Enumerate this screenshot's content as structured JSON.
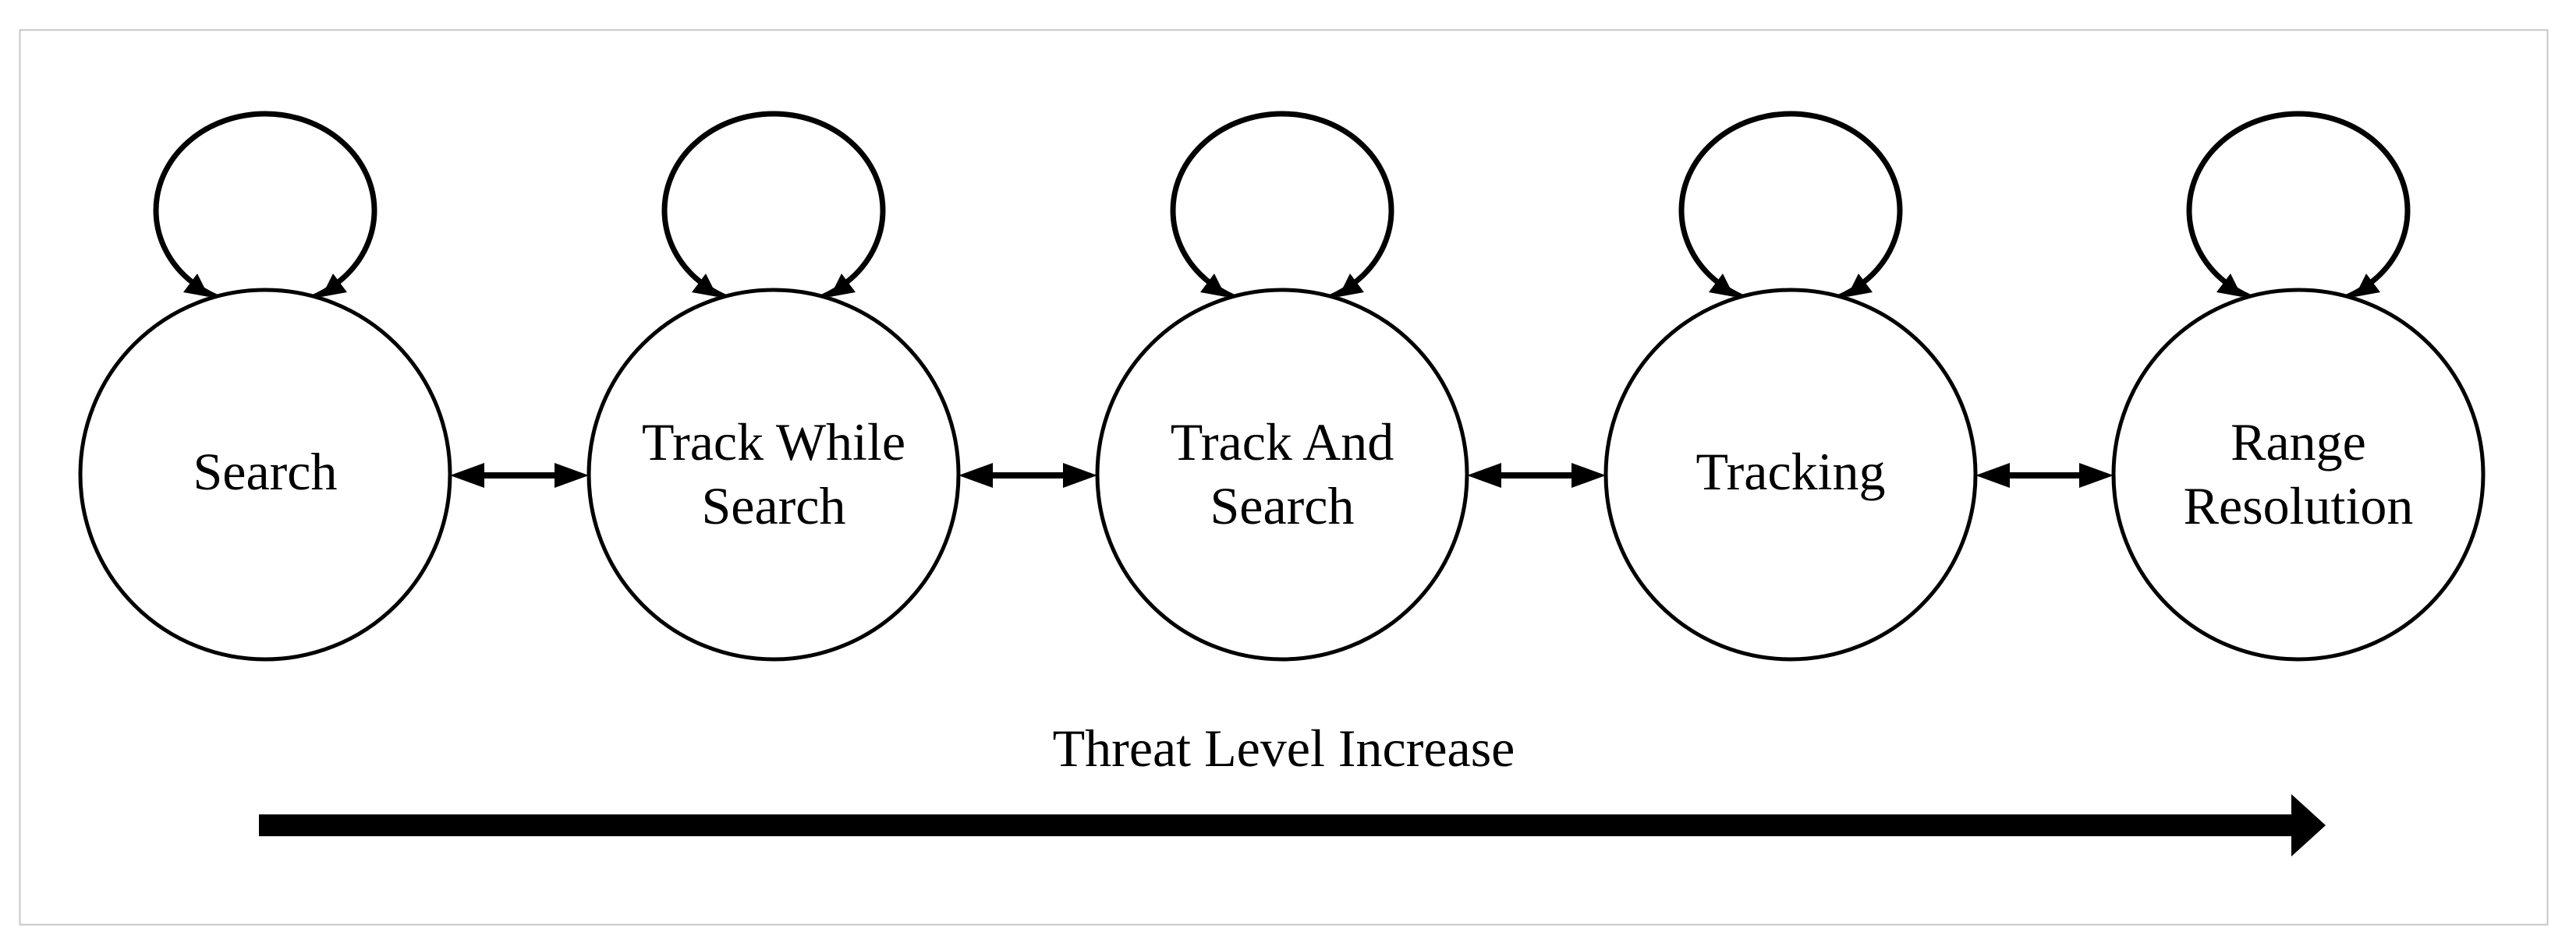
{
  "figure": {
    "kind": "state-transition-diagram",
    "caption": {
      "label": "Threat Level Increase",
      "arrow_direction": "right"
    },
    "states": [
      {
        "id": "search",
        "label": "Search",
        "lines": [
          "Search"
        ]
      },
      {
        "id": "track-while-search",
        "label": "Track While Search",
        "lines": [
          "Track While",
          "Search"
        ]
      },
      {
        "id": "track-and-search",
        "label": "Track And Search",
        "lines": [
          "Track And",
          "Search"
        ]
      },
      {
        "id": "tracking",
        "label": "Tracking",
        "lines": [
          "Tracking"
        ]
      },
      {
        "id": "range-resolution",
        "label": "Range Resolution",
        "lines": [
          "Range",
          "Resolution"
        ]
      }
    ],
    "transitions": {
      "self_loop_on_each_state": true,
      "bidirectional_between_adjacent_states": true
    },
    "colors": {
      "ink": "#000000",
      "state_fill": "#ffffff",
      "frame": "#c7c7c7",
      "background": "#ffffff"
    }
  }
}
